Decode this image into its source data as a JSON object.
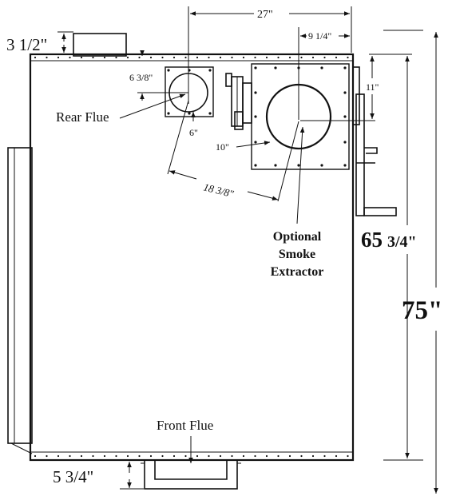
{
  "labels": {
    "dim_top_offset": "3 1/2\"",
    "dim_width_flue": "27\"",
    "dim_extractor_offset": "9 1/4\"",
    "dim_rear_flue_drop": "6 3/8\"",
    "rear_flue": "Rear Flue",
    "rear_flue_diameter": "6\"",
    "extractor_diameter": "10\"",
    "dim_extractor_drop": "11\"",
    "dim_flue_spacing": "18 3/8\"",
    "optional_smoke_extractor": [
      "Optional",
      "Smoke",
      "Extractor"
    ],
    "dim_height_major": "65",
    "dim_height_minor": "3/4\"",
    "dim_overall_height": "75\"",
    "front_flue": "Front Flue",
    "dim_bottom_offset": "5 3/4\""
  }
}
